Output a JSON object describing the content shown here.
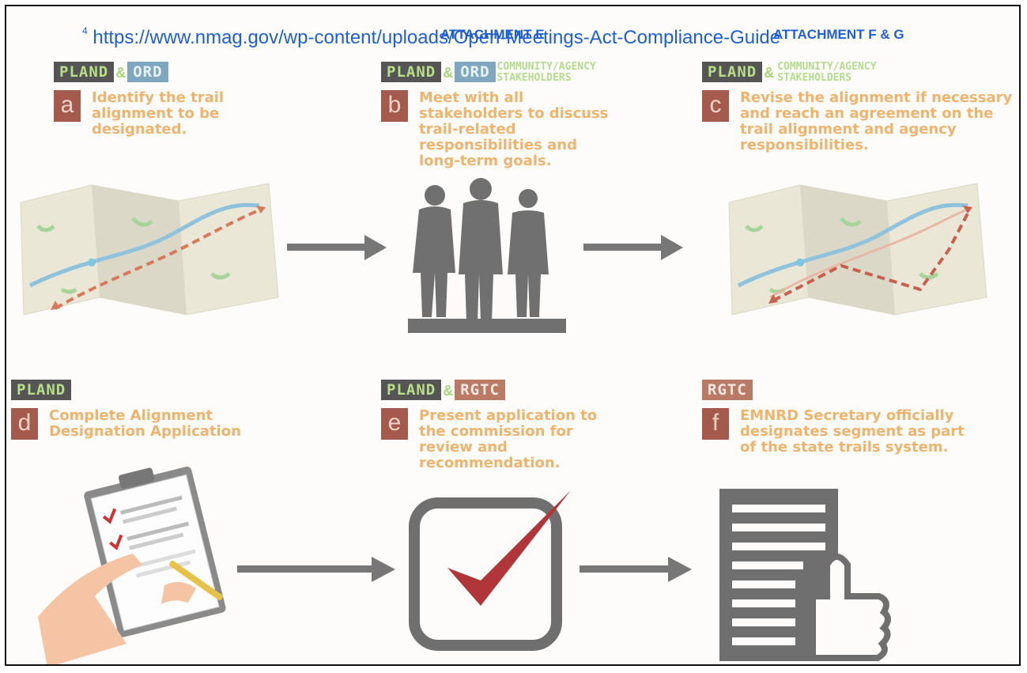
{
  "header": {
    "attachment_e": "ATTACHMENT E",
    "attachment_fg": "ATTACHMENT F & G",
    "footnote_marker": "4",
    "footnote_url": "https://www.nmag.gov/wp-content/uploads/Open-Meetings-Act-Compliance-Guide"
  },
  "steps": [
    {
      "tags": [
        "PLAND",
        "ORD"
      ],
      "stakeholders": "",
      "letter": "a",
      "text": "Identify the trail alignment to be designated."
    },
    {
      "tags": [
        "PLAND",
        "ORD"
      ],
      "stakeholders": "COMMUNITY/AGENCY STAKEHOLDERS",
      "letter": "b",
      "text": "Meet with all stakeholders to discuss trail-related responsibilities and long-term goals."
    },
    {
      "tags": [
        "PLAND"
      ],
      "stakeholders": "COMMUNITY/AGENCY STAKEHOLDERS",
      "letter": "c",
      "text": "Revise the alignment if necessary and reach an agreement on the trail alignment and agency responsibilities."
    },
    {
      "tags": [
        "PLAND"
      ],
      "stakeholders": "",
      "letter": "d",
      "text": "Complete Alignment Designation Application"
    },
    {
      "tags": [
        "PLAND",
        "RGTC"
      ],
      "stakeholders": "",
      "letter": "e",
      "text": "Present application to the commission for review and recommendation."
    },
    {
      "tags": [
        "RGTC"
      ],
      "stakeholders": "",
      "letter": "f",
      "text": "EMNRD Secretary officially designates segment as part of the state trails system."
    }
  ],
  "colors": {
    "plan_tag": "#555555",
    "ord_tag": "#7fa8c0",
    "rgtc_tag": "#b97a66",
    "letter_box": "#a55a4e",
    "step_text": "#eeb46e",
    "link": "#1f5fd0",
    "arrow": "#777777"
  },
  "icons": [
    "trail-map-icon",
    "stakeholders-meeting-icon",
    "revised-map-icon",
    "clipboard-application-icon",
    "checkbox-approval-icon",
    "document-thumbs-up-icon"
  ]
}
